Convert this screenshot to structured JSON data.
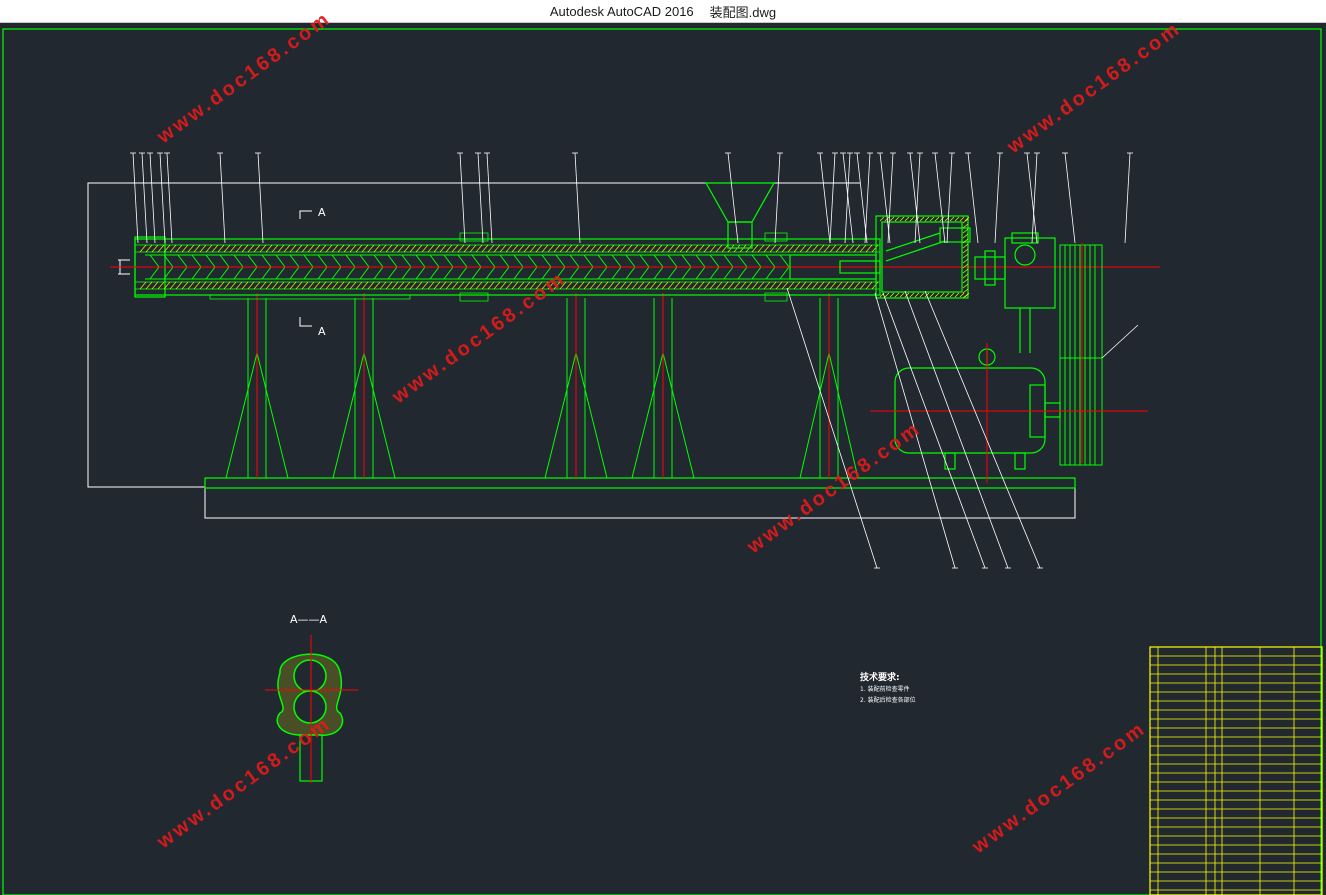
{
  "window": {
    "app_name": "Autodesk AutoCAD 2016",
    "file_name": "装配图.dwg"
  },
  "drawing": {
    "section_marker": "A",
    "section_title": "A——A",
    "notes_title": "技术要求:",
    "notes": [
      "1. 装配前检查零件",
      "2. 装配后检查各部位"
    ]
  },
  "watermark": {
    "text": "www.doc168.com",
    "color": "#e21a1a"
  },
  "colors": {
    "background": "#212830",
    "outline": "#00ff00",
    "centerline": "#ff0000",
    "dimension": "#ffffff",
    "table": "#ffff00",
    "hatch": "#ffff00"
  }
}
